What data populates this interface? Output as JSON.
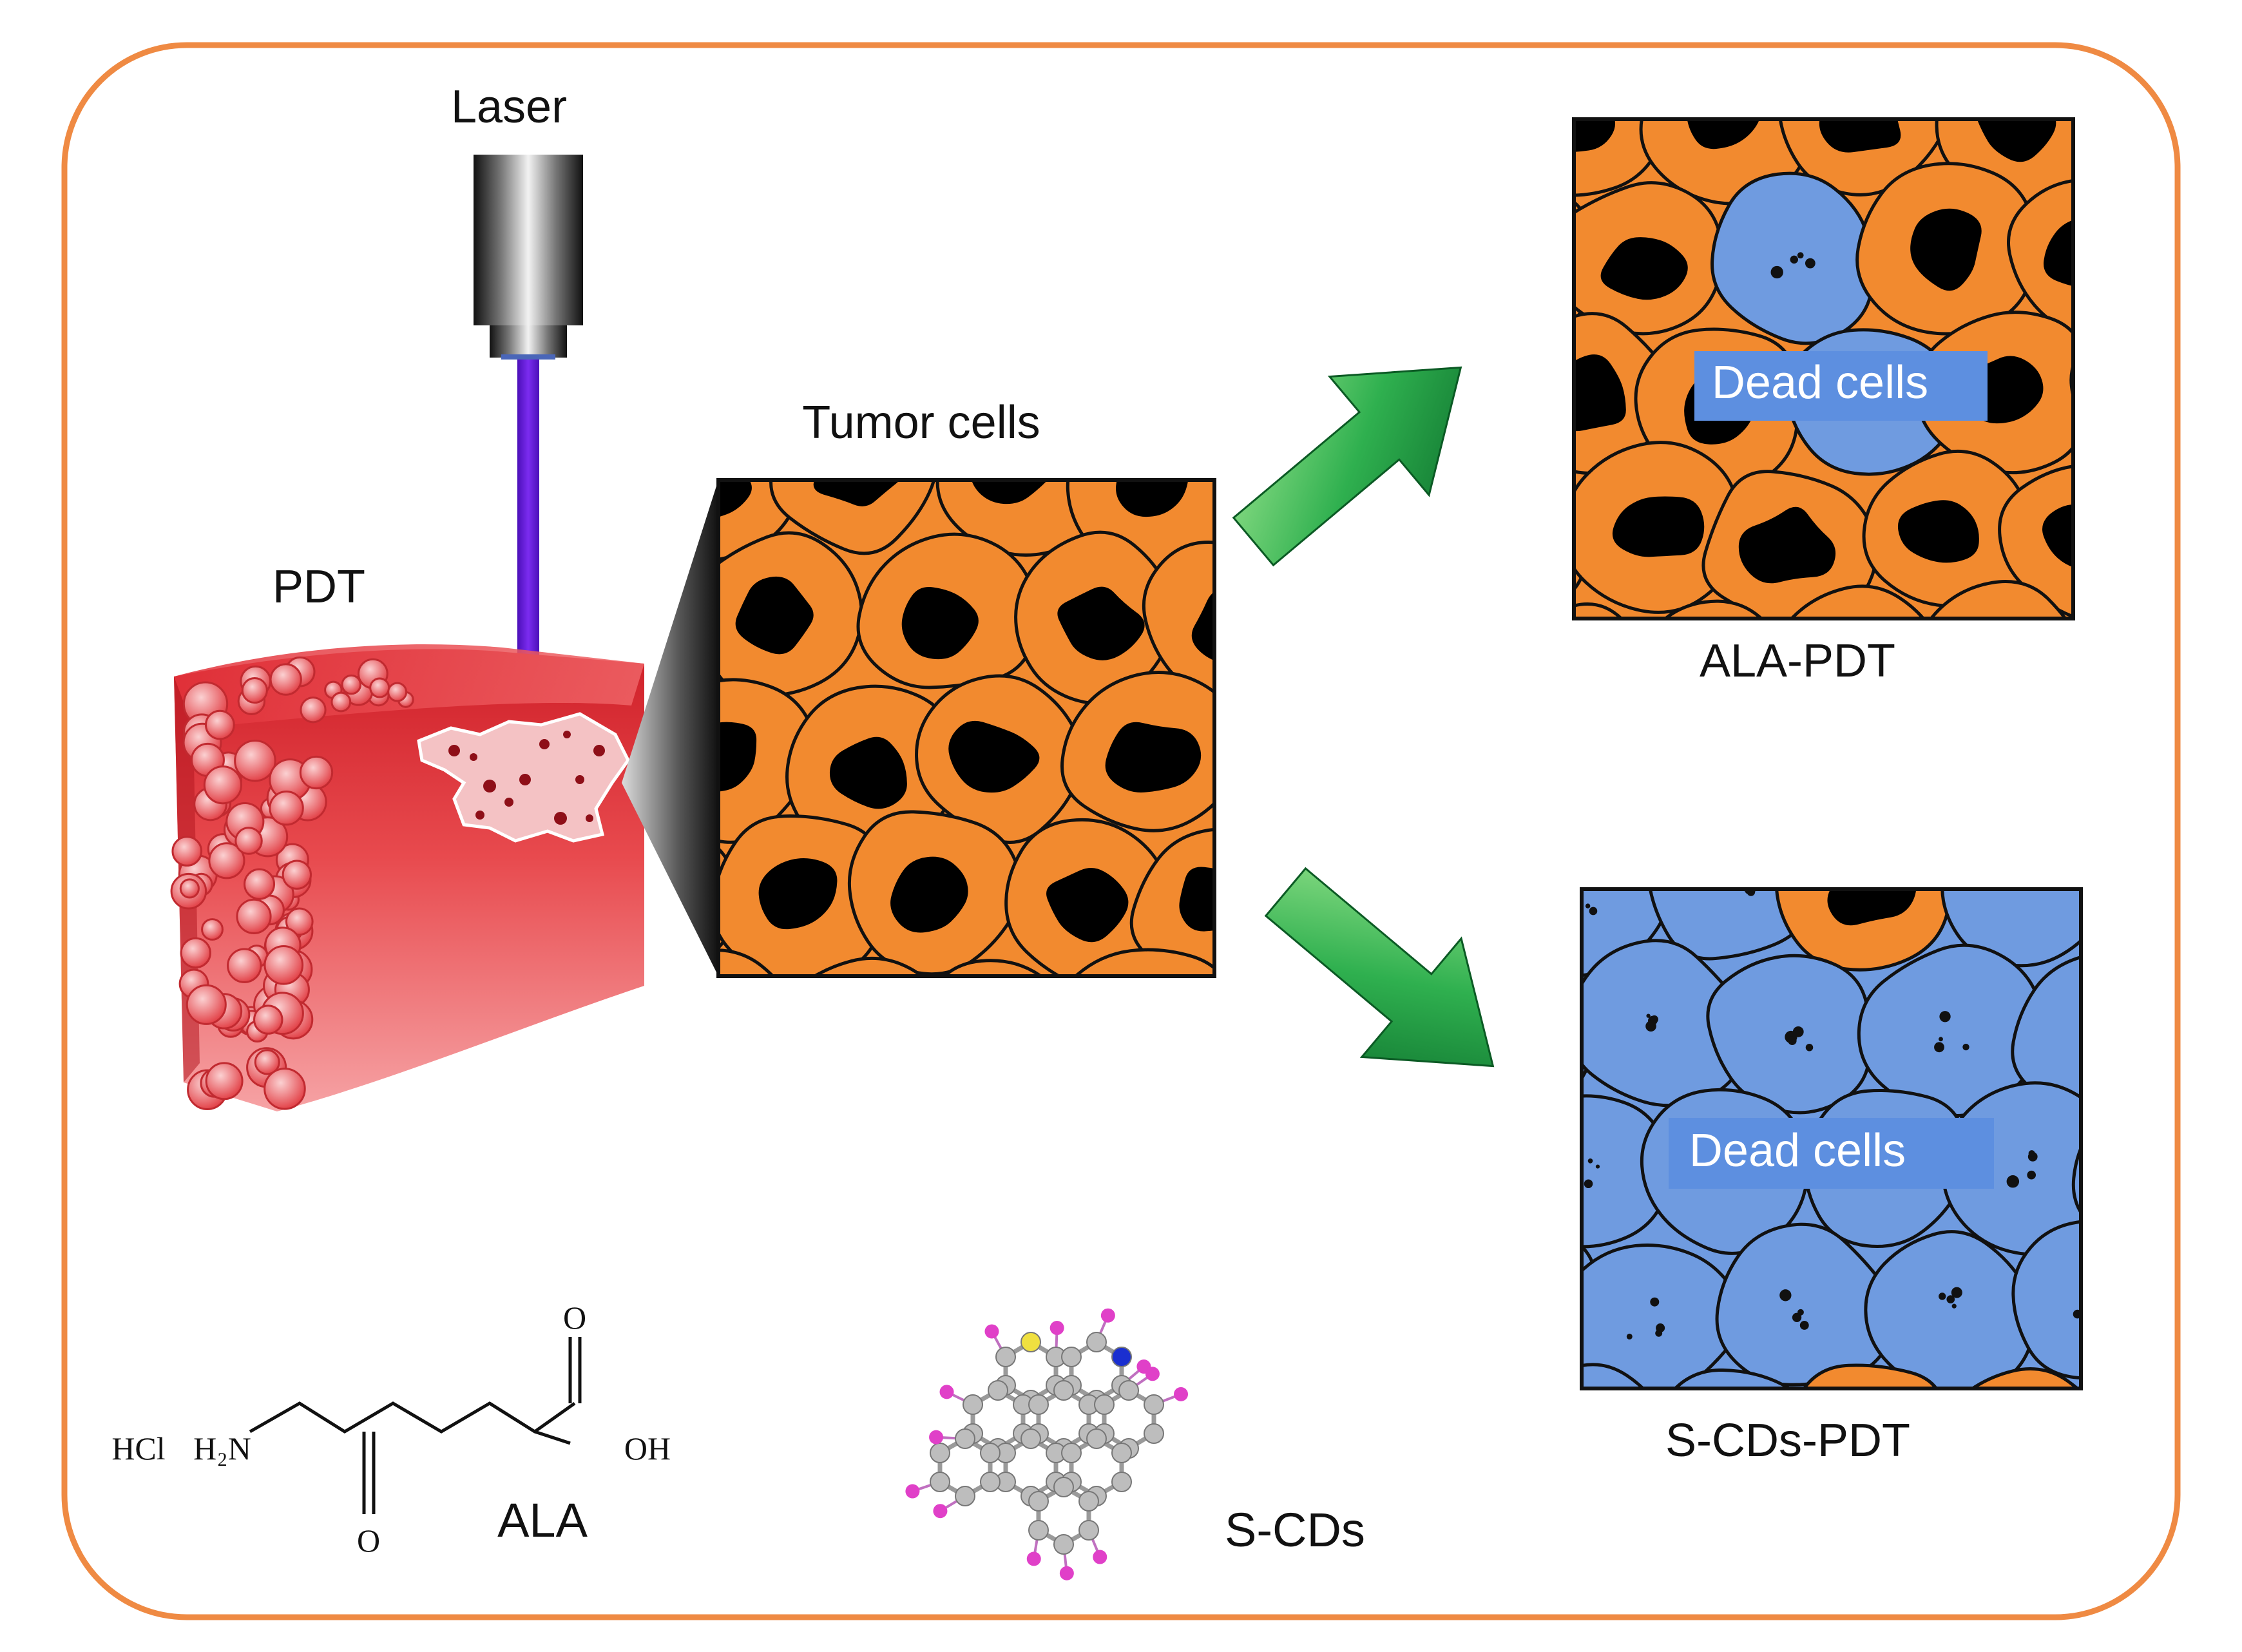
{
  "labels": {
    "laser": "Laser",
    "pdt": "PDT",
    "tumor_cells": "Tumor cells",
    "dead_cells_top": "Dead cells",
    "ala_pdt": "ALA-PDT",
    "dead_cells_bottom": "Dead cells",
    "scds_pdt": "S-CDs-PDT",
    "ala": "ALA",
    "scds": "S-CDs"
  },
  "ala_structure": {
    "hcl": "HCl",
    "amine": "H₂N",
    "oxygen_top": "O",
    "hydroxyl": "OH",
    "oxygen_bottom": "O"
  },
  "colors": {
    "frame": "#ef8a43",
    "live_cell": "#f28a2f",
    "dead_cell": "#6f9be0",
    "nucleus": "#000000",
    "beam": "#6a1bd6",
    "arrow": "#1fa64b",
    "tissue": "#e0353a",
    "label_box": "#5d8fe0"
  }
}
